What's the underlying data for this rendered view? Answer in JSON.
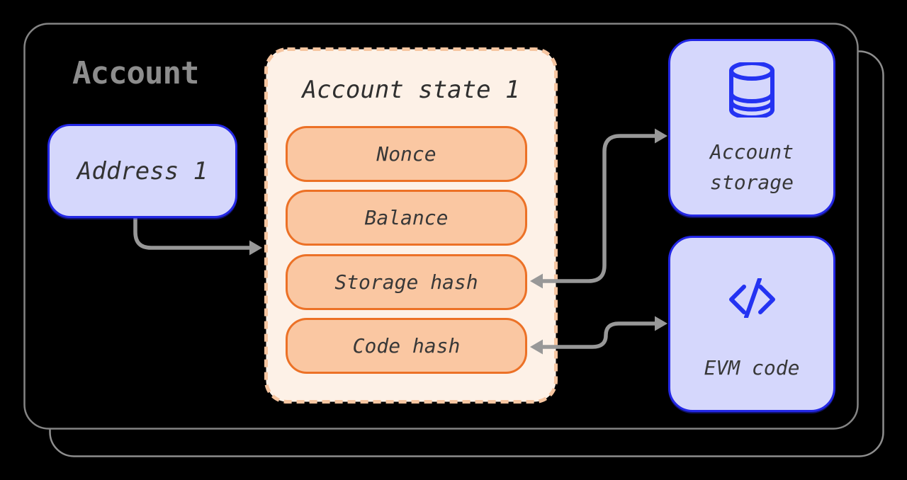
{
  "diagram": {
    "outer_label": "Account",
    "address_box": {
      "label": "Address 1"
    },
    "state_box": {
      "title": "Account state 1",
      "fields": [
        "Nonce",
        "Balance",
        "Storage hash",
        "Code hash"
      ]
    },
    "storage_box": {
      "label": "Account storage",
      "icon": "database-icon"
    },
    "evm_box": {
      "label": "EVM code",
      "icon": "code-icon"
    },
    "connections": [
      {
        "from": "Address 1",
        "to": "Account state 1",
        "arrows": "one-way"
      },
      {
        "from": "Storage hash",
        "to": "Account storage",
        "arrows": "two-way"
      },
      {
        "from": "Code hash",
        "to": "EVM code",
        "arrows": "two-way"
      }
    ],
    "colors": {
      "background": "#000000",
      "card_border_gray": "#848484",
      "shadow_border_gray": "#8e8e8e",
      "accent_blue": "#2428e6",
      "icon_blue": "#2433f2",
      "lavender_fill": "#d5d7fc",
      "pill_fill": "#fac7a2",
      "pill_border": "#ec7126",
      "state_fill": "#fdf1e7",
      "state_dash": "#f6c5a0",
      "arrow_gray": "#989898",
      "title_gray": "#8d8d8d",
      "text_dark": "#333333"
    }
  }
}
